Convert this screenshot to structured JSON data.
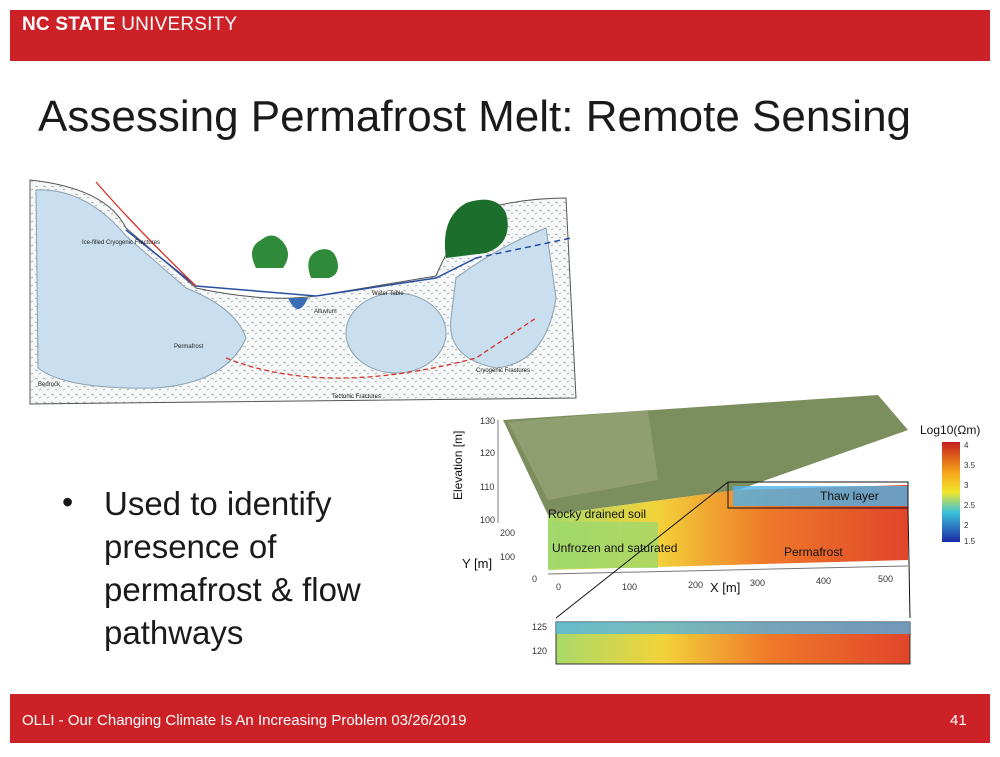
{
  "header": {
    "brand_bold": "NC STATE",
    "brand_rest": " UNIVERSITY",
    "color": "#cc2127"
  },
  "slide": {
    "title": "Assessing Permafrost Melt: Remote Sensing",
    "bullet": "Used to identify presence of permafrost & flow pathways"
  },
  "diagram": {
    "labels": {
      "ice_fractures": "Ice-filled Cryogenic Fractures",
      "water_table": "Water Table",
      "alluvium": "Alluvium",
      "permafrost": "Permafrost",
      "cryogenic_fractures": "Cryogenic Fractures",
      "bedrock": "Bedrock",
      "tectonic_fractures": "Tectonic Fractures"
    }
  },
  "figure3d": {
    "elevation_label": "Elevation [m]",
    "y_label": "Y [m]",
    "x_label": "X [m]",
    "elev_ticks": [
      "130",
      "120",
      "110",
      "100"
    ],
    "y_ticks": [
      "200",
      "100",
      "0"
    ],
    "x_ticks": [
      "0",
      "100",
      "200",
      "300",
      "400",
      "500"
    ],
    "rocky": "Rocky drained soil",
    "unfrozen": "Unfrozen and saturated",
    "permafrost": "Permafrost",
    "thaw": "Thaw layer",
    "legend_title": "Log10(Ωm)",
    "legend_ticks": [
      "4",
      "3.5",
      "3",
      "2.5",
      "2",
      "1.5"
    ],
    "inset_ticks": [
      "125",
      "120"
    ]
  },
  "footer": {
    "text": "OLLI - Our Changing Climate Is An Increasing Problem 03/26/2019",
    "page": "41"
  }
}
